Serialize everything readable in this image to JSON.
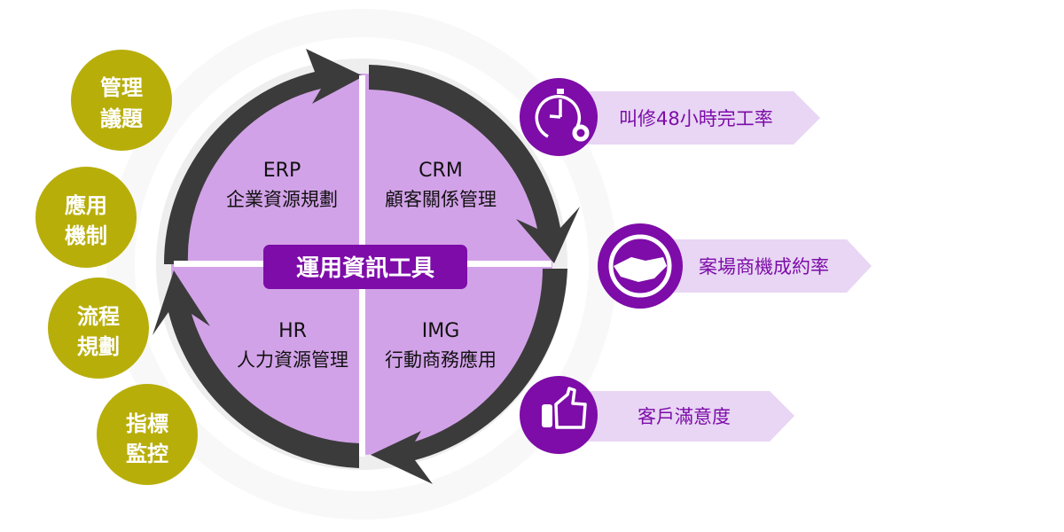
{
  "colors": {
    "olive": "#B8AE0A",
    "purple": "#7D0CA8",
    "quadrant": "#D2A2E8",
    "arrow": "#3B3B3B",
    "label_bg": "#E8D6F4",
    "label_text": "#7D0CA8",
    "halo": "#EEEEEE",
    "outer_halo": "#F8F8F8"
  },
  "center": {
    "label": "運用資訊工具"
  },
  "quadrants": [
    {
      "id": "erp",
      "code": "ERP",
      "name": "企業資源規劃"
    },
    {
      "id": "crm",
      "code": "CRM",
      "name": "顧客關係管理"
    },
    {
      "id": "hr",
      "code": "HR",
      "name": "人力資源管理"
    },
    {
      "id": "img",
      "code": "IMG",
      "name": "行動商務應用"
    }
  ],
  "left_topics": [
    {
      "line1": "管理",
      "line2": "議題"
    },
    {
      "line1": "應用",
      "line2": "機制"
    },
    {
      "line1": "流程",
      "line2": "規劃"
    },
    {
      "line1": "指標",
      "line2": "監控"
    }
  ],
  "right_kpis": [
    {
      "icon": "stopwatch-gear-icon",
      "label": "叫修48小時完工率"
    },
    {
      "icon": "handshake-icon",
      "label": "案場商機成約率"
    },
    {
      "icon": "thumbs-up-icon",
      "label": "客戶滿意度"
    }
  ]
}
